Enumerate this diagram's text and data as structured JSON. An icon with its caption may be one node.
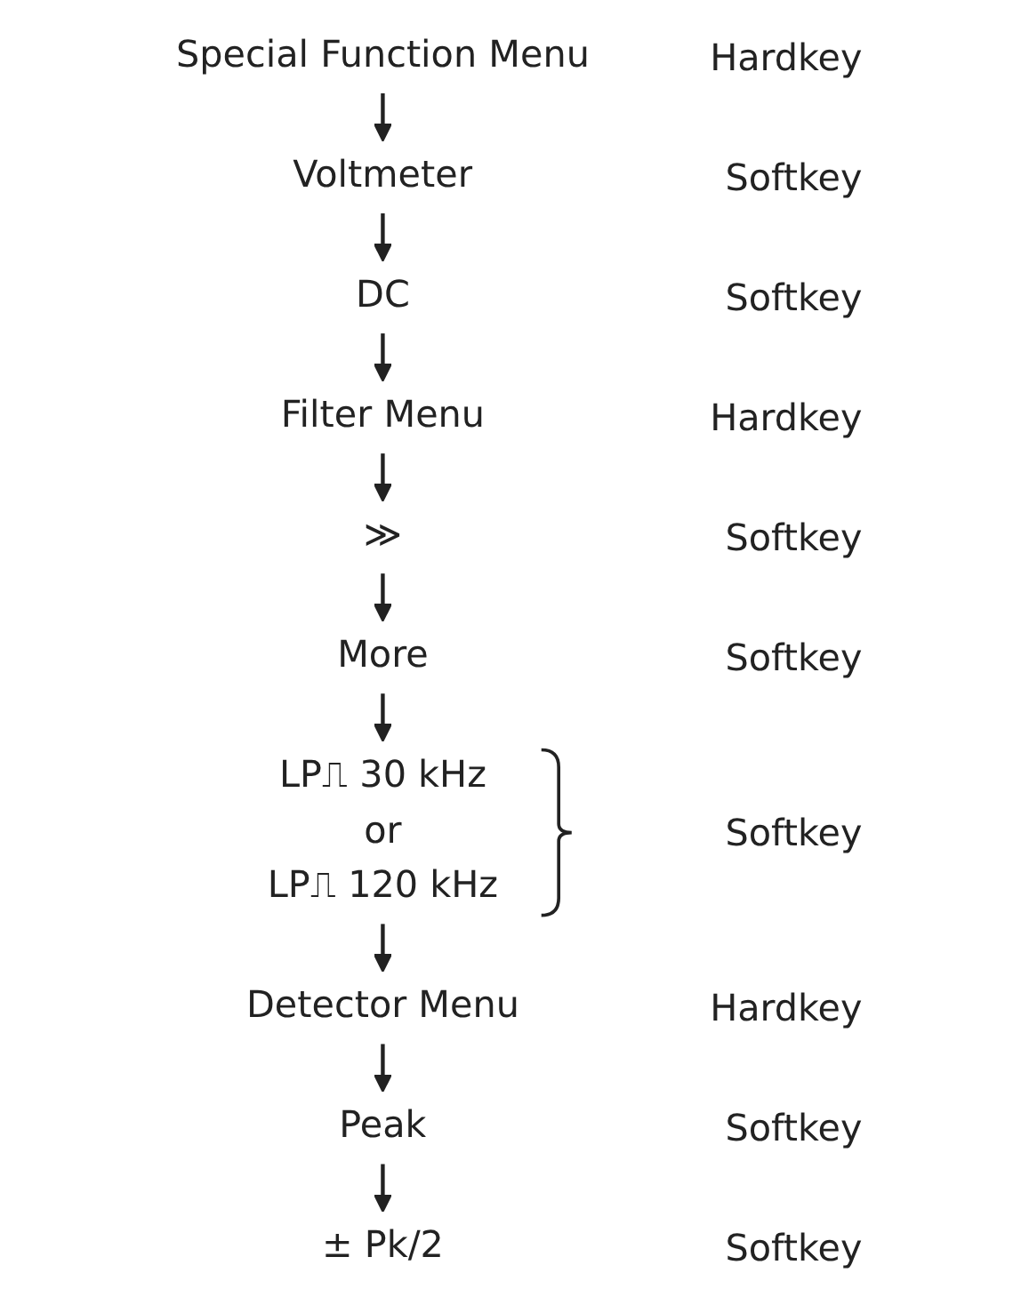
{
  "diagram": {
    "nodes": [
      {
        "text": [
          "Special Function Menu"
        ]
      },
      {
        "text": [
          "Voltmeter"
        ]
      },
      {
        "text": [
          "DC"
        ]
      },
      {
        "text": [
          "Filter Menu"
        ]
      },
      {
        "text": [
          "≫"
        ]
      },
      {
        "text": [
          "More"
        ]
      },
      {
        "text": [
          "LP⎍ 30 kHz",
          "or",
          "LP⎍ 120 kHz"
        ]
      },
      {
        "text": [
          "Detector Menu"
        ]
      },
      {
        "text": [
          "Peak"
        ]
      },
      {
        "text": [
          "± Pk/2"
        ]
      }
    ],
    "edges": [
      {
        "from": 0,
        "to": 1,
        "arrow": "to"
      },
      {
        "from": 1,
        "to": 2,
        "arrow": "to"
      },
      {
        "from": 2,
        "to": 3,
        "arrow": "to"
      },
      {
        "from": 3,
        "to": 4,
        "arrow": "to"
      },
      {
        "from": 4,
        "to": 5,
        "arrow": "to"
      },
      {
        "from": 5,
        "to": 6,
        "arrow": "to"
      },
      {
        "from": 6,
        "to": 7,
        "arrow": "to"
      },
      {
        "from": 7,
        "to": 8,
        "arrow": "to"
      },
      {
        "from": 8,
        "to": 9,
        "arrow": "to"
      }
    ],
    "labels": [
      "Hardkey",
      "Softkey",
      "Softkey",
      "Hardkey",
      "Softkey",
      "Softkey",
      "Softkey",
      "Hardkey",
      "Softkey",
      "Softkey"
    ]
  }
}
